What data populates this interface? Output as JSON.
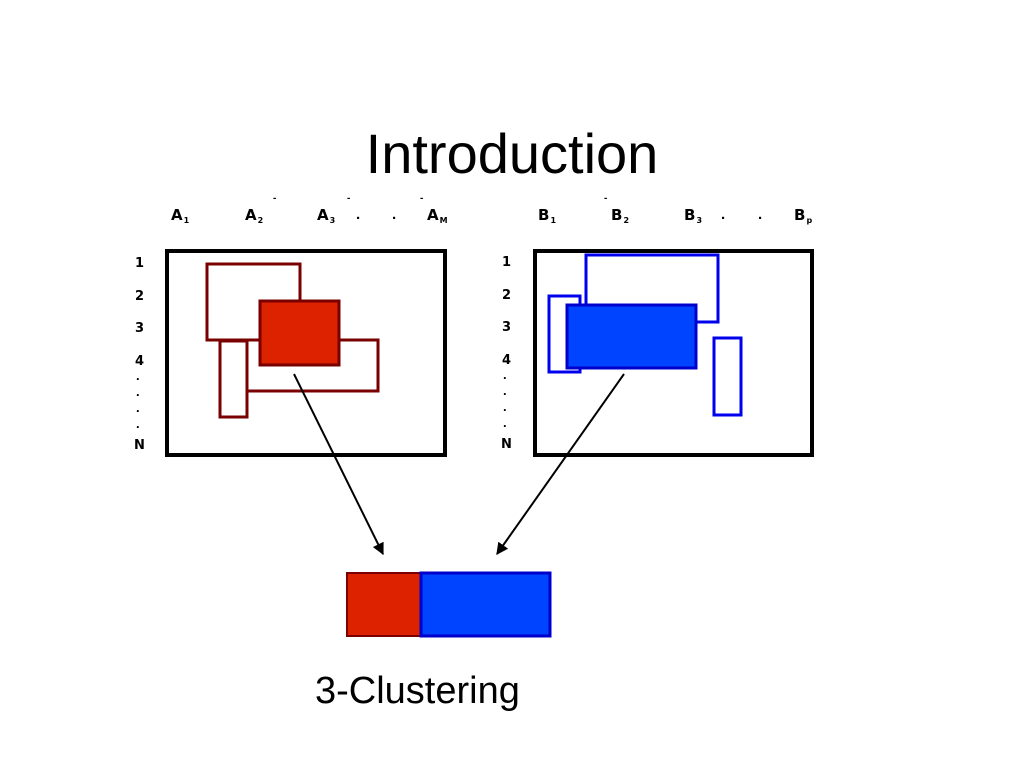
{
  "title": "Introduction",
  "caption": "3-Clustering",
  "left_matrix": {
    "columns": [
      {
        "main": "A",
        "sub": "1"
      },
      {
        "main": "A",
        "sub": "2"
      },
      {
        "main": "A",
        "sub": "3"
      },
      {
        "main": "A",
        "sub": "M"
      }
    ],
    "rows": [
      "1",
      "2",
      "3",
      "4",
      "N"
    ],
    "dot": ".",
    "bar": "-"
  },
  "right_matrix": {
    "columns": [
      {
        "main": "B",
        "sub": "1"
      },
      {
        "main": "B",
        "sub": "2"
      },
      {
        "main": "B",
        "sub": "3"
      },
      {
        "main": "B",
        "sub": "p"
      }
    ],
    "rows": [
      "1",
      "2",
      "3",
      "4",
      "N"
    ],
    "dot": ".",
    "bar": "-"
  },
  "colors": {
    "dark_red": "#7a0000",
    "red_fill": "#dd2200",
    "blue": "#0000ee",
    "blue_fill": "#0044ff",
    "frame": "#000000"
  }
}
